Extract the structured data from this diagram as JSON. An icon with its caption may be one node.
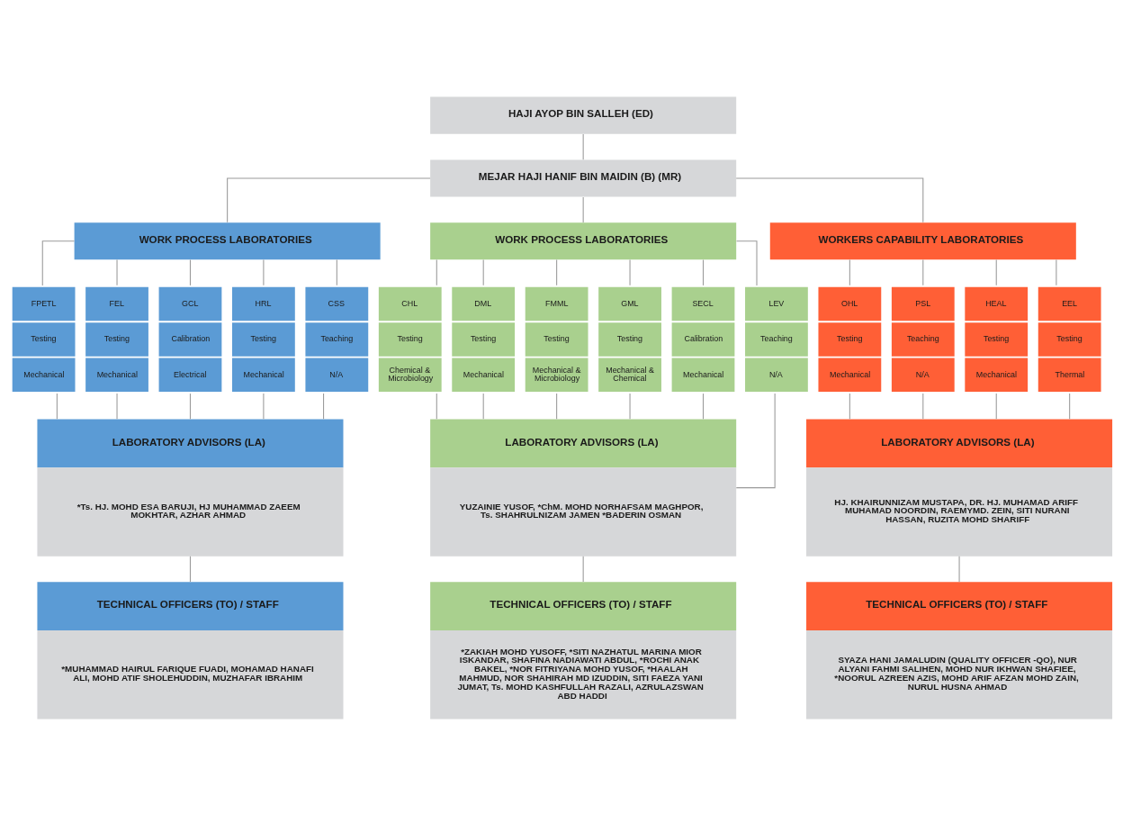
{
  "diagram": {
    "nodes": [
      {
        "text": [
          "HAJI AYOP BIN SALLEH (ED)"
        ]
      },
      {
        "text": [
          "MEJAR HAJI HANIF BIN MAIDIN (B) (MR)"
        ]
      },
      {
        "text": [
          "WORK PROCESS LABORATORIES"
        ]
      },
      {
        "text": [
          "WORK PROCESS LABORATORIES"
        ]
      },
      {
        "text": [
          "WORKERS CAPABILITY LABORATORIES"
        ]
      },
      {
        "text": [
          "FPETL",
          "Testing",
          "Mechanical"
        ]
      },
      {
        "text": [
          "FEL",
          "Testing",
          "Mechanical"
        ]
      },
      {
        "text": [
          "GCL",
          "Calibration",
          "Electrical"
        ]
      },
      {
        "text": [
          "HRL",
          "Testing",
          "Mechanical"
        ]
      },
      {
        "text": [
          "CSS",
          "Teaching",
          "N/A"
        ]
      },
      {
        "text": [
          "CHL",
          "Testing",
          "Chemical & Microbiology"
        ]
      },
      {
        "text": [
          "DML",
          "Testing",
          "Mechanical"
        ]
      },
      {
        "text": [
          "FMML",
          "Testing",
          "Mechanical & Microbiology"
        ]
      },
      {
        "text": [
          "GML",
          "Testing",
          "Mechanical & Chemical"
        ]
      },
      {
        "text": [
          "SECL",
          "Calibration",
          "Mechanical"
        ]
      },
      {
        "text": [
          "LEV",
          "Teaching",
          "N/A"
        ]
      },
      {
        "text": [
          "OHL",
          "Testing",
          "Mechanical"
        ]
      },
      {
        "text": [
          "PSL",
          "Teaching",
          "N/A"
        ]
      },
      {
        "text": [
          "HEAL",
          "Testing",
          "Mechanical"
        ]
      },
      {
        "text": [
          "EEL",
          "Testing",
          "Thermal"
        ]
      },
      {
        "text": [
          "LABORATORY ADVISORS (LA)",
          "*Ts. HJ. MOHD ESA BARUJI, HJ MUHAMMAD ZAEEM MOKHTAR, AZHAR AHMAD"
        ]
      },
      {
        "text": [
          "LABORATORY ADVISORS (LA)",
          "YUZAINIE YUSOF, *ChM. MOHD NORHAFSAM MAGHPOR, Ts. SHAHRULNIZAM JAMEN *BADERIN OSMAN"
        ]
      },
      {
        "text": [
          "LABORATORY ADVISORS (LA)",
          "HJ. KHAIRUNNIZAM MUSTAPA, DR. HJ. MUHAMAD ARIFF MUHAMAD NOORDIN, RAEMYMD. ZEIN, SITI NURANI HASSAN, RUZITA MOHD SHARIFF"
        ]
      },
      {
        "text": [
          "TECHNICAL OFFICERS (TO) / STAFF",
          "*MUHAMMAD HAIRUL FARIQUE FUADI, MOHAMAD HANAFI ALI, MOHD ATIF SHOLEHUDDIN, MUZHAFAR IBRAHIM"
        ]
      },
      {
        "text": [
          "TECHNICAL OFFICERS (TO) / STAFF",
          "*ZAKIAH MOHD YUSOFF, *SITI NAZHATUL MARINA MIOR ISKANDAR, SHAFINA NADIAWATI ABDUL, *ROCHI ANAK BAKEL, *NOR FITRIYANA MOHD YUSOF, *HAALAH MAHMUD, NOR SHAHIRAH MD IZUDDIN, SITI FAEZA YANI JUMAT, Ts. MOHD KASHFULLAH RAZALI, AZRULAZSWAN ABD HADDI"
        ]
      },
      {
        "text": [
          "TECHNICAL OFFICERS (TO) / STAFF",
          "SYAZA HANI JAMALUDIN (QUALITY OFFICER -QO), NUR ALYANI FAHMI SALIHEN, MOHD NUR IKHWAN SHAFIEE, *NOORUL AZREEN AZIS, MOHD ARIF AFZAN MOHD ZAIN, NURUL HUSNA AHMAD"
        ]
      }
    ],
    "edges": [
      {
        "from": 0,
        "to": 1,
        "arrow": "none"
      },
      {
        "from": 1,
        "to": 2,
        "arrow": "none"
      },
      {
        "from": 1,
        "to": 3,
        "arrow": "none"
      },
      {
        "from": 1,
        "to": 4,
        "arrow": "none"
      },
      {
        "from": 2,
        "to": 5,
        "arrow": "none"
      },
      {
        "from": 2,
        "to": 6,
        "arrow": "none"
      },
      {
        "from": 2,
        "to": 7,
        "arrow": "none"
      },
      {
        "from": 2,
        "to": 8,
        "arrow": "none"
      },
      {
        "from": 2,
        "to": 9,
        "arrow": "none"
      },
      {
        "from": 3,
        "to": 10,
        "arrow": "none"
      },
      {
        "from": 3,
        "to": 11,
        "arrow": "none"
      },
      {
        "from": 3,
        "to": 12,
        "arrow": "none"
      },
      {
        "from": 3,
        "to": 13,
        "arrow": "none"
      },
      {
        "from": 3,
        "to": 14,
        "arrow": "none"
      },
      {
        "from": 3,
        "to": 15,
        "arrow": "none"
      },
      {
        "from": 4,
        "to": 16,
        "arrow": "none"
      },
      {
        "from": 4,
        "to": 17,
        "arrow": "none"
      },
      {
        "from": 4,
        "to": 18,
        "arrow": "none"
      },
      {
        "from": 4,
        "to": 19,
        "arrow": "none"
      },
      {
        "from": 5,
        "to": 20,
        "arrow": "none"
      },
      {
        "from": 6,
        "to": 20,
        "arrow": "none"
      },
      {
        "from": 7,
        "to": 20,
        "arrow": "none"
      },
      {
        "from": 8,
        "to": 20,
        "arrow": "none"
      },
      {
        "from": 9,
        "to": 20,
        "arrow": "none"
      },
      {
        "from": 10,
        "to": 21,
        "arrow": "none"
      },
      {
        "from": 11,
        "to": 21,
        "arrow": "none"
      },
      {
        "from": 12,
        "to": 21,
        "arrow": "none"
      },
      {
        "from": 13,
        "to": 21,
        "arrow": "none"
      },
      {
        "from": 14,
        "to": 21,
        "arrow": "none"
      },
      {
        "from": 15,
        "to": 21,
        "arrow": "none"
      },
      {
        "from": 16,
        "to": 22,
        "arrow": "none"
      },
      {
        "from": 17,
        "to": 22,
        "arrow": "none"
      },
      {
        "from": 18,
        "to": 22,
        "arrow": "none"
      },
      {
        "from": 19,
        "to": 22,
        "arrow": "none"
      },
      {
        "from": 20,
        "to": 23,
        "arrow": "none"
      },
      {
        "from": 21,
        "to": 24,
        "arrow": "none"
      },
      {
        "from": 22,
        "to": 25,
        "arrow": "none"
      }
    ]
  }
}
